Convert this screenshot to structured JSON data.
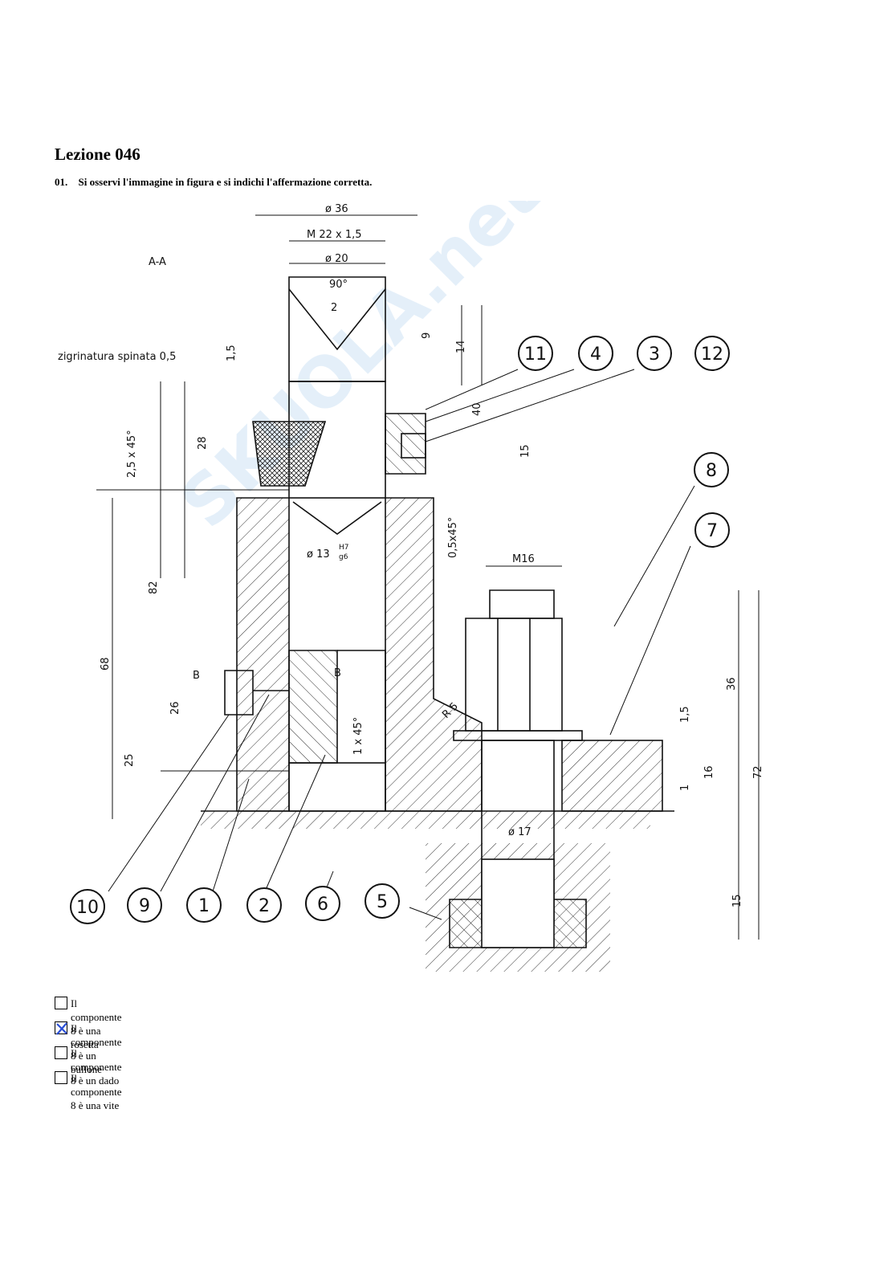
{
  "lesson_title": "Lezione 046",
  "question": {
    "number": "01.",
    "text": "Si osservi l'immagine in figura e si indichi l'affermazione corretta."
  },
  "drawing": {
    "section_label": "A-A",
    "knurl_label": "zigrinatura spinata 0,5",
    "dimensions": [
      "ø 36",
      "M 22 x 1,5",
      "ø 20",
      "90°",
      "2",
      "9",
      "14",
      "1,5",
      "40",
      "28",
      "2,5 x 45°",
      "15",
      "0,5x45°",
      "ø 13",
      "H7",
      "g6",
      "82",
      "68",
      "M16",
      "36",
      "1,5",
      "16",
      "1",
      "72",
      "26",
      "25",
      "B",
      "B",
      "1 x 45°",
      "R 5",
      "ø 17",
      "15"
    ],
    "callouts": [
      "11",
      "4",
      "3",
      "12",
      "8",
      "7",
      "10",
      "9",
      "1",
      "2",
      "6",
      "5"
    ],
    "watermark_text": "SKUOLA.net"
  },
  "answers": [
    {
      "label": "Il componente 8 è una rosetta",
      "checked": false
    },
    {
      "label": "Il componente 8 è un bullone",
      "checked": true
    },
    {
      "label": "Il componente 8 è un dado",
      "checked": false
    },
    {
      "label": "Il componente 8 è una vite",
      "checked": false
    }
  ],
  "colors": {
    "check_mark": "#2a4fd6",
    "watermark": "#cfe3f5"
  }
}
